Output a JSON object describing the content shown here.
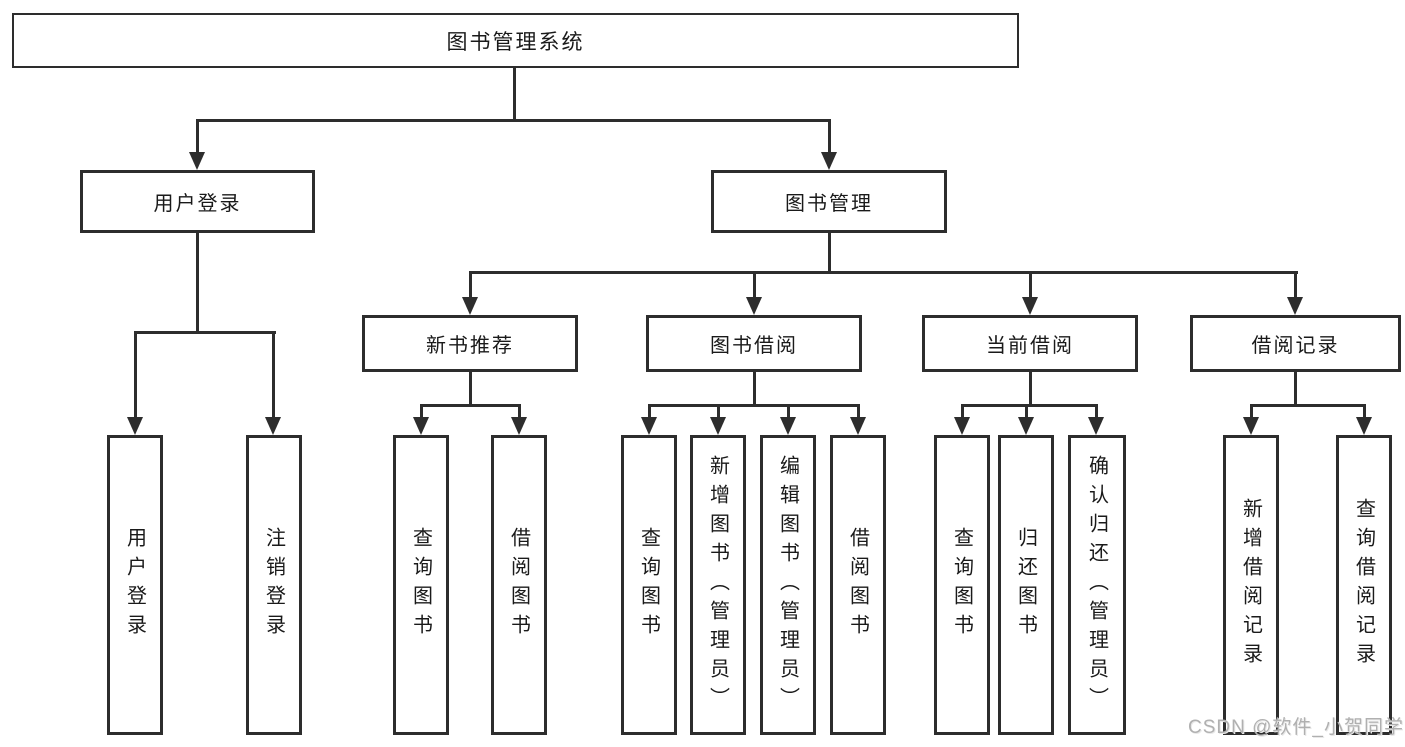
{
  "diagram": {
    "root": {
      "label": "图书管理系统"
    },
    "branches": [
      {
        "label": "用户登录",
        "children": [
          {
            "label": "用户登录"
          },
          {
            "label": "注销登录"
          }
        ]
      },
      {
        "label": "图书管理",
        "children": [
          {
            "label": "新书推荐",
            "children": [
              {
                "label": "查询图书"
              },
              {
                "label": "借阅图书"
              }
            ]
          },
          {
            "label": "图书借阅",
            "children": [
              {
                "label": "查询图书"
              },
              {
                "label": "新增图书（管理员）"
              },
              {
                "label": "编辑图书（管理员）"
              },
              {
                "label": "借阅图书"
              }
            ]
          },
          {
            "label": "当前借阅",
            "children": [
              {
                "label": "查询图书"
              },
              {
                "label": "归还图书"
              },
              {
                "label": "确认归还（管理员）"
              }
            ]
          },
          {
            "label": "借阅记录",
            "children": [
              {
                "label": "新增借阅记录"
              },
              {
                "label": "查询借阅记录"
              }
            ]
          }
        ]
      }
    ]
  },
  "watermark": {
    "text": "CSDN @软件_小贺同学"
  },
  "colors": {
    "line": "#2d2d2d",
    "background": "#ffffff",
    "text": "#1a1a1a",
    "watermark": "#b0b0b0"
  }
}
